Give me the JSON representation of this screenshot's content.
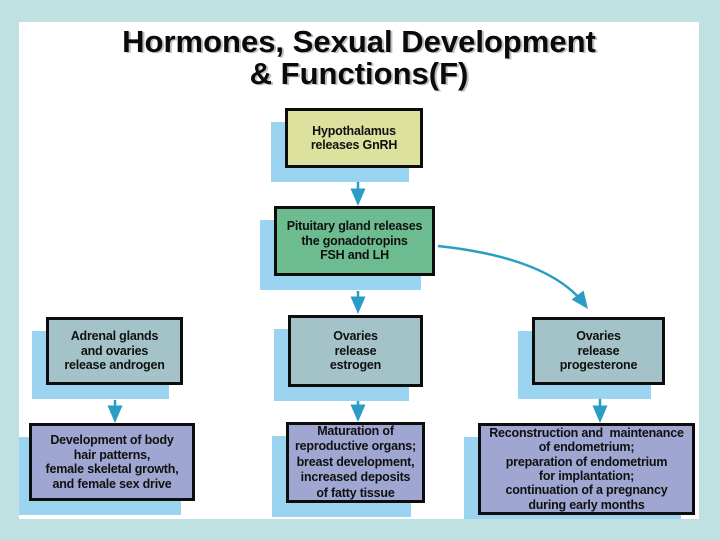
{
  "title": {
    "lines": [
      "Hormones, Sexual Development",
      "& Functions(F)"
    ]
  },
  "colors": {
    "page_background": "#bfe1e2",
    "slide_background": "#ffffff",
    "box_border": "#0d0d0d",
    "box_shadow_blue": "#9bd4f0",
    "arrow": "#2a9cc6",
    "hypothalamus_fill": "#dce29d",
    "pituitary_fill": "#6cbc90",
    "hormone_row_fill": "#a3c3c9",
    "effect_row_fill": "#9fa6d1",
    "title_text": "#0a0a0a"
  },
  "diagram": {
    "nodes": {
      "hypothalamus": {
        "lines": [
          "Hypothalamus",
          "releases GnRH"
        ],
        "fill": "#dce29d"
      },
      "pituitary": {
        "lines": [
          "Pituitary gland releases",
          "the gonadotropins",
          "FSH and LH"
        ],
        "fill": "#6cbc90"
      },
      "adrenal": {
        "lines": [
          "Adrenal glands",
          "and ovaries",
          "release androgen"
        ],
        "fill": "#a3c3c9"
      },
      "estrogen": {
        "lines": [
          "Ovaries",
          "release",
          "estrogen"
        ],
        "fill": "#a3c3c9"
      },
      "progesterone": {
        "lines": [
          "Ovaries",
          "release",
          "progesterone"
        ],
        "fill": "#a3c3c9"
      },
      "development": {
        "lines": [
          "Development of body",
          "hair patterns,",
          "female skeletal growth,",
          "and female sex drive"
        ],
        "fill": "#9fa6d1"
      },
      "maturation": {
        "lines": [
          "Maturation of",
          "reproductive organs;",
          "breast development,",
          "increased deposits",
          "of fatty tissue"
        ],
        "fill": "#9fa6d1"
      },
      "reconstruction": {
        "lines": [
          "Reconstruction and  maintenance",
          "of endometrium;",
          "preparation of endometrium",
          "for implantation;",
          "continuation of a pregnancy",
          "during early months"
        ],
        "fill": "#9fa6d1"
      }
    }
  }
}
